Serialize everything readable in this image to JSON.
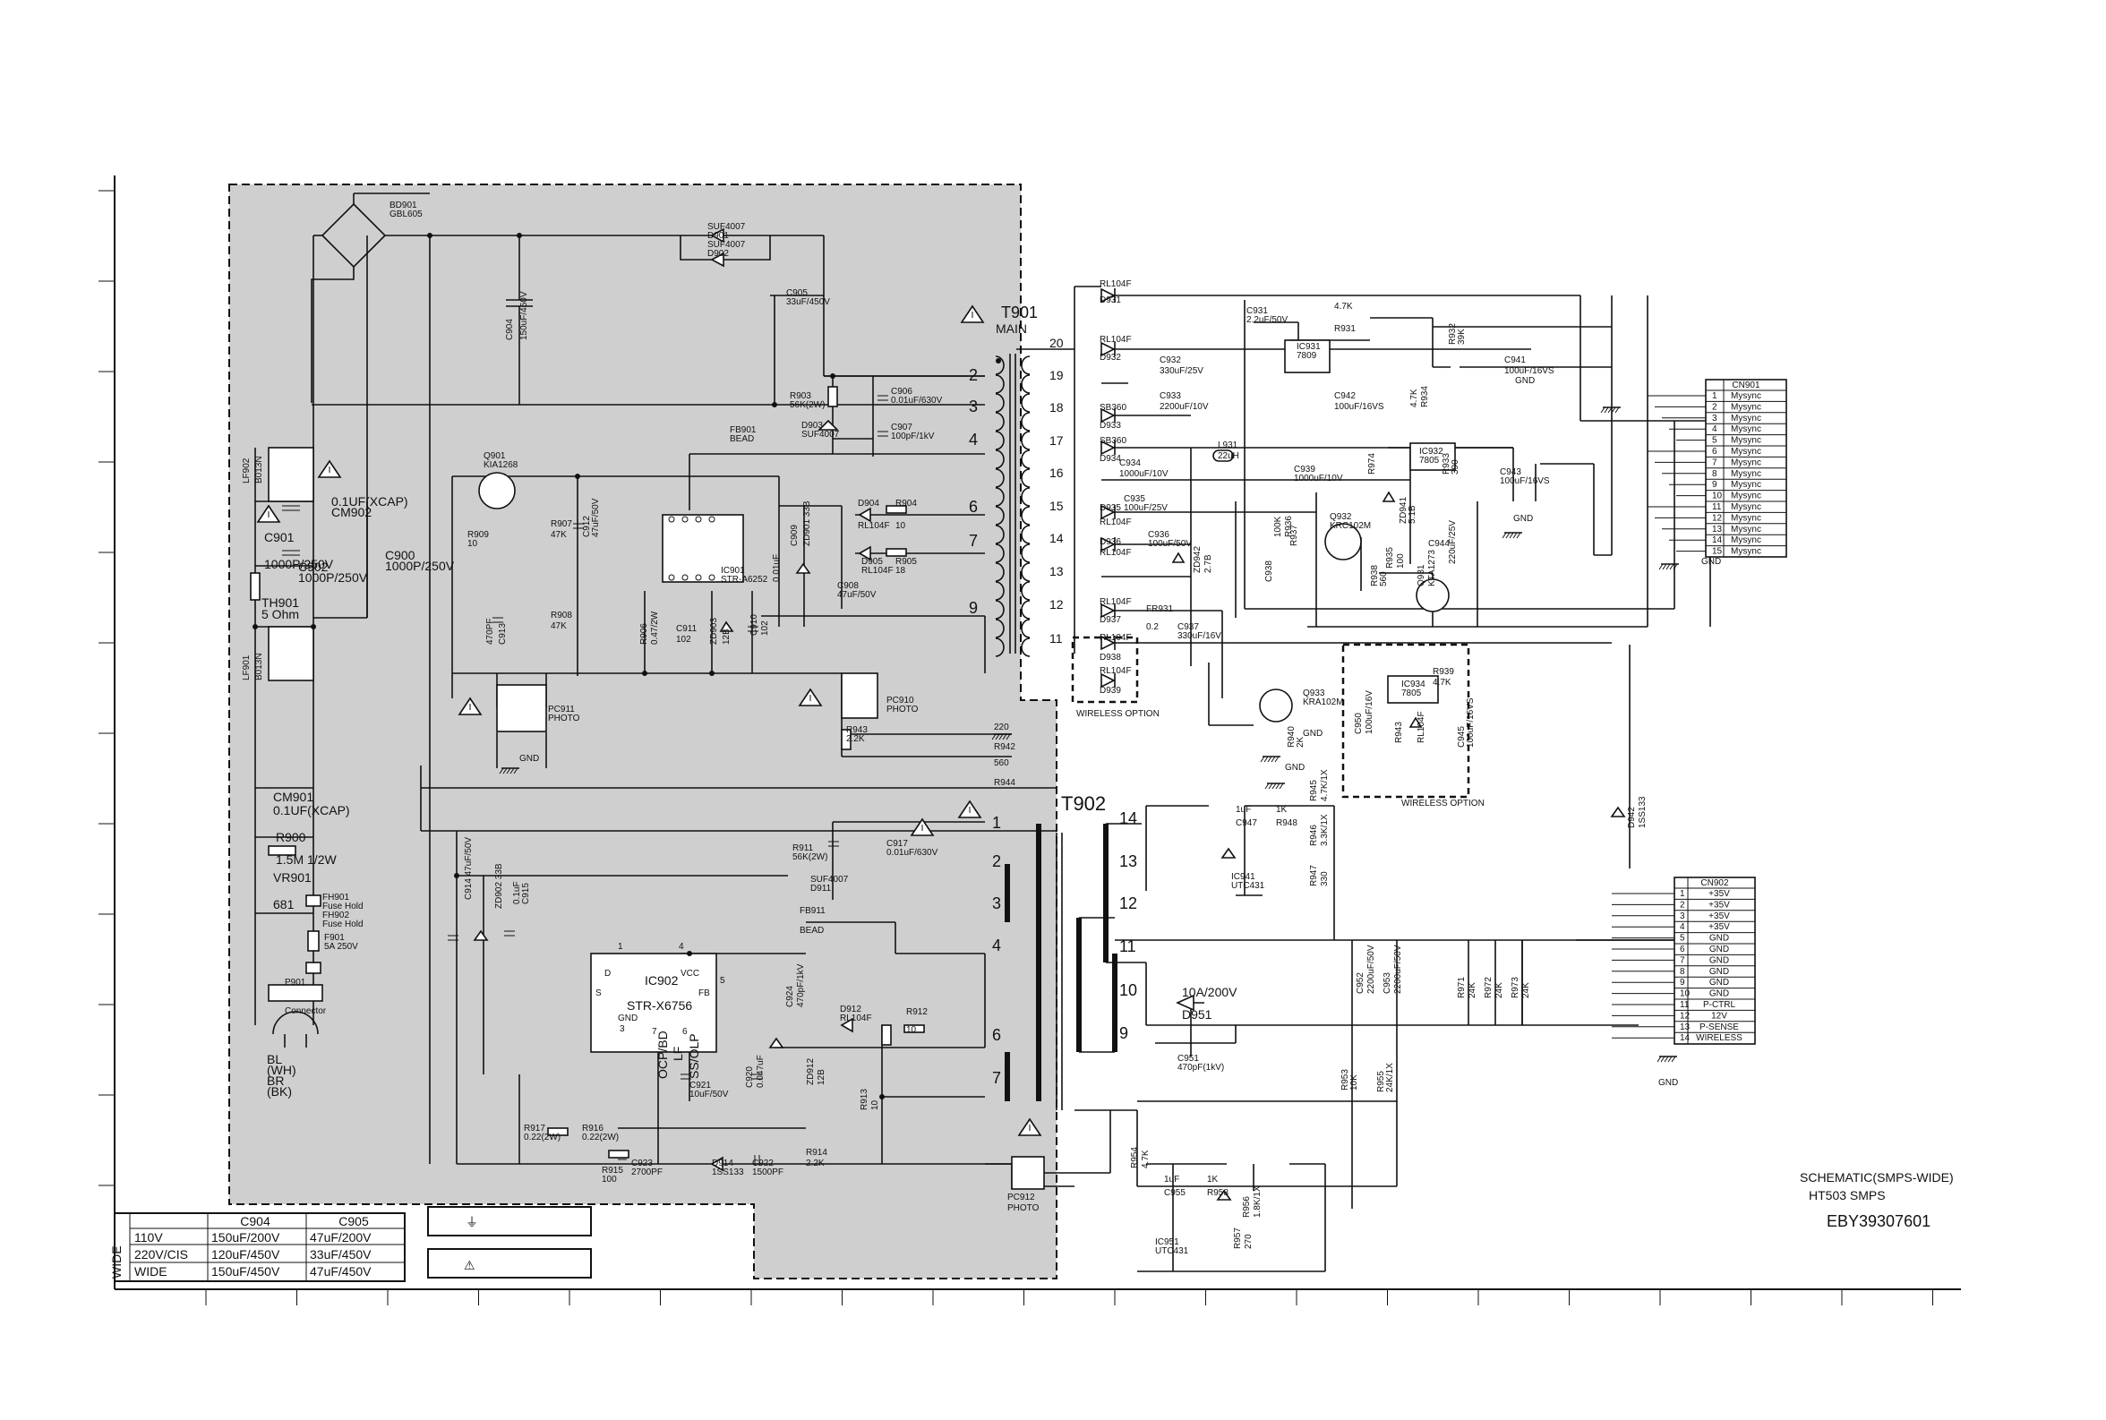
{
  "title_block": {
    "line1": "SCHEMATIC(SMPS-WIDE)",
    "line2": "HT503 SMPS",
    "line3": "EBY39307601"
  },
  "variant_table": {
    "side_label": "WIDE",
    "header": [
      "",
      "C904",
      "C905"
    ],
    "rows": [
      [
        "110V",
        "150uF/200V",
        "47uF/200V"
      ],
      [
        "220V/CIS",
        "120uF/450V",
        "33uF/450V"
      ],
      [
        "WIDE",
        "150uF/450V",
        "47uF/450V"
      ]
    ]
  },
  "legend": {
    "ground_symbol": "⏚",
    "warning_symbol": "⚠"
  },
  "primary": {
    "bd901": [
      "BD901",
      "GBL605"
    ],
    "d901": [
      "SUF4007",
      "D901",
      "SUF4007",
      "D902"
    ],
    "c905": [
      "C905",
      "33uF/450V"
    ],
    "c904": [
      "C904",
      "150uF/450V"
    ],
    "lf902": [
      "LF902",
      "B013N"
    ],
    "cm902": [
      "0.1UF(XCAP)",
      "CM902"
    ],
    "c901": [
      "C901",
      "1000P/250V"
    ],
    "c902": [
      "C902",
      "1000P/250V"
    ],
    "c900": [
      "C900",
      "1000P/250V"
    ],
    "th901": [
      "TH901",
      "5 Ohm"
    ],
    "lf901": [
      "LF901",
      "B013N"
    ],
    "cm901": [
      "CM901",
      "0.1UF(XCAP)"
    ],
    "r900": [
      "R900",
      "1.5M 1/2W"
    ],
    "vr901": [
      "VR901",
      "681"
    ],
    "f901": [
      "F901",
      "5A 250V"
    ],
    "fh": [
      "FH901",
      "Fuse Hold",
      "FH902",
      "Fuse Hold"
    ],
    "p901": [
      "P901",
      "Connector"
    ],
    "plug": [
      "BL",
      "(WH)",
      "BR",
      "(BK)"
    ],
    "q901": [
      "Q901",
      "KIA1268"
    ],
    "r909": [
      "R909",
      "10"
    ],
    "c913": [
      "470PF",
      "C913"
    ],
    "r907": [
      "R907",
      "47K"
    ],
    "r908": [
      "R908",
      "47K"
    ],
    "c912": [
      "C912",
      "47uF/50V"
    ],
    "r906": [
      "R906",
      "0.47/2W"
    ],
    "c911": [
      "C911",
      "102"
    ],
    "zd903": [
      "ZD903",
      "12B"
    ],
    "c910": [
      "C910",
      "102"
    ],
    "ic901": [
      "IC901",
      "STR-A6252"
    ],
    "c0": [
      "0.01uF"
    ],
    "zd901": [
      "C909",
      "ZD901 33B"
    ],
    "pc911": [
      "PC911",
      "PHOTO"
    ],
    "gnd": "GND",
    "fb901": [
      "FB901",
      "BEAD"
    ],
    "r903": [
      "R903",
      "56K(2W)"
    ],
    "d903": [
      "D903",
      "SUF4007"
    ],
    "c906": [
      "C906",
      "0.01uF/630V"
    ],
    "c907": [
      "C907",
      "100pF/1kV"
    ],
    "d904": [
      "D904",
      "RL104F"
    ],
    "r904": [
      "R904",
      "10"
    ],
    "d905": [
      "D905",
      "RL104F"
    ],
    "r905": [
      "R905",
      "18"
    ],
    "c908": [
      "C908",
      "47uF/50V"
    ],
    "pc910": [
      "PC910",
      "PHOTO"
    ],
    "r943": [
      "R943",
      "2.2K"
    ],
    "r942": [
      "220",
      "R942"
    ],
    "r944": [
      "560",
      "R944"
    ],
    "r911": [
      "R911",
      "56K(2W)"
    ],
    "c917": [
      "C917",
      "0.01uF/630V"
    ],
    "fb911": [
      "FB911",
      "BEAD"
    ],
    "suf": [
      "SUF4007",
      "D911"
    ],
    "c914": [
      "C914 47uF/50V"
    ],
    "zd902": [
      "ZD902 33B"
    ],
    "c915": [
      "0.1uF",
      "C915"
    ],
    "ic902": [
      "IC902",
      "STR-X6756",
      "VCC",
      "FB",
      "GND",
      "D",
      "S"
    ],
    "ic902_pins": [
      "1",
      "4",
      "5",
      "3",
      "7",
      "6"
    ],
    "ic902_vert": [
      "OCP/BD",
      "LF",
      "SS/OLP"
    ],
    "c924": [
      "C924",
      "470pF/1kV"
    ],
    "zd912": [
      "ZD912",
      "12B"
    ],
    "d912": [
      "D912",
      "RL104F"
    ],
    "r912": [
      "R912",
      "10"
    ],
    "c920": [
      "C920",
      "0.047uF"
    ],
    "c921": [
      "C921",
      "10uF/50V"
    ],
    "r913": [
      "R913",
      "10"
    ],
    "r917": [
      "R917",
      "0.22(2W)"
    ],
    "r916": [
      "R916",
      "0.22(2W)"
    ],
    "r915": [
      "R915",
      "100"
    ],
    "c923": [
      "C923",
      "2700PF"
    ],
    "d914": [
      "D914",
      "1SS133"
    ],
    "c922": [
      "C922",
      "1500PF"
    ],
    "r914": [
      "R914",
      "2.2K"
    ],
    "pc912": [
      "PC912",
      "PHOTO"
    ]
  },
  "t901": {
    "label": [
      "T901",
      "MAIN"
    ],
    "primary_pins": [
      "2",
      "3",
      "4",
      "6",
      "7",
      "9"
    ],
    "secondary_pins": [
      "20",
      "19",
      "18",
      "17",
      "16",
      "15",
      "14",
      "13",
      "12",
      "11"
    ]
  },
  "t902": {
    "label": "T902",
    "primary_pins": [
      "1",
      "2",
      "3",
      "4",
      "6",
      "7"
    ],
    "secondary_pins": [
      "14",
      "13",
      "12",
      "11",
      "10",
      "9"
    ]
  },
  "secondary": {
    "d931": [
      "RL104F",
      "D931"
    ],
    "d932": [
      "RL104F",
      "D932"
    ],
    "d933": [
      "SB360",
      "D933"
    ],
    "d934": [
      "SB360",
      "D934"
    ],
    "d935": [
      "D935",
      "RL104F"
    ],
    "d936": [
      "D936",
      "RL104F"
    ],
    "d937": [
      "RL104F",
      "D937"
    ],
    "d938": [
      "RL104F",
      "D938"
    ],
    "d939": [
      "RL104F",
      "D939"
    ],
    "c931": [
      "C931",
      "2.2uF/50V"
    ],
    "r931": [
      "4.7K",
      "R931"
    ],
    "ic931": [
      "IC931",
      "7809"
    ],
    "r932": [
      "R932",
      "39K"
    ],
    "c941": [
      "C941",
      "100uF/16VS"
    ],
    "c932": [
      "C932",
      "330uF/25V"
    ],
    "c933": [
      "C933",
      "2200uF/10V"
    ],
    "c942": [
      "C942",
      "100uF/16VS"
    ],
    "r934": [
      "4.7K",
      "R934"
    ],
    "c934": [
      "C934",
      "1000uF/10V"
    ],
    "l931": [
      "L931",
      "22uH"
    ],
    "c939": [
      "C939",
      "1000uF/10V"
    ],
    "r974": [
      "R974"
    ],
    "ic932": [
      "IC932",
      "7805"
    ],
    "r933": [
      "R933",
      "390"
    ],
    "c943": [
      "C943",
      "100uF/16VS"
    ],
    "c935": [
      "C935",
      "100uF/25V"
    ],
    "c936": [
      "C936",
      "100uF/50V"
    ],
    "r936": [
      "100K",
      "R936"
    ],
    "r937": [
      "R937"
    ],
    "q932": [
      "Q932",
      "KRC102M"
    ],
    "zd941": [
      "ZD941",
      "5.1B"
    ],
    "c944": [
      "C944"
    ],
    "c944b": [
      "220uF/25V"
    ],
    "r935": [
      "R935",
      "100"
    ],
    "r938": [
      "R938",
      "560"
    ],
    "q931": [
      "Q931",
      "KTA1273"
    ],
    "zd942": [
      "ZD942",
      "2.7B"
    ],
    "c938": [
      "C938"
    ],
    "fr931": [
      "FR931",
      "0.2"
    ],
    "c937": [
      "C937",
      "330uF/16V"
    ],
    "wireless1": "WIRELESS OPTION",
    "wireless2": "WIRELESS OPTION",
    "q933": [
      "Q933",
      "KRA102M"
    ],
    "r940": [
      "R940",
      "2K"
    ],
    "r939": [
      "R939",
      "4.7K"
    ],
    "ic934": [
      "IC934",
      "7805"
    ],
    "c950": [
      "C950",
      "100uF/16V"
    ],
    "r943b": [
      "R943"
    ],
    "rl104": [
      "RL104F"
    ],
    "c945": [
      "C945",
      "100uF/16VS"
    ],
    "c947": [
      "1uF",
      "C947"
    ],
    "r948": [
      "1K",
      "R948"
    ],
    "r945": [
      "R945",
      "4.7K/1X"
    ],
    "r946": [
      "R946",
      "3.3K/1X"
    ],
    "r947": [
      "R947",
      "330"
    ],
    "ic941": [
      "IC941",
      "UTC431"
    ],
    "d942": [
      "D942",
      "1SS133"
    ],
    "c952": [
      "C952",
      "2200uF/50V"
    ],
    "c953": [
      "C953",
      "2200uF/50V"
    ],
    "r971": [
      "R971",
      "24K"
    ],
    "r972": [
      "R972",
      "24K"
    ],
    "r973": [
      "R973",
      "24K"
    ],
    "d951": [
      "10A/200V",
      "D951"
    ],
    "c951": [
      "C951",
      "470pF(1kV)"
    ],
    "r953": [
      "R953",
      "10K"
    ],
    "r955": [
      "R955",
      "24K/1X"
    ],
    "r954": [
      "R954",
      "4.7K"
    ],
    "c955": [
      "1uF",
      "C955"
    ],
    "r958": [
      "1K",
      "R958"
    ],
    "r956": [
      "R956",
      "1.8K/1X"
    ],
    "r957": [
      "R957",
      "270"
    ],
    "ic951": [
      "IC951",
      "UTC431"
    ],
    "gnd": "GND"
  },
  "cn901": {
    "title": "CN901",
    "pins": [
      "1",
      "2",
      "3",
      "4",
      "5",
      "6",
      "7",
      "8",
      "9",
      "10",
      "11",
      "12",
      "13",
      "14",
      "15"
    ],
    "names": [
      "Mysync",
      "Mysync",
      "Mysync",
      "Mysync",
      "Mysync",
      "Mysync",
      "Mysync",
      "Mysync",
      "Mysync",
      "Mysync",
      "Mysync",
      "Mysync",
      "Mysync",
      "Mysync",
      "Mysync"
    ]
  },
  "cn902": {
    "title": "CN902",
    "pins": [
      "1",
      "2",
      "3",
      "4",
      "5",
      "6",
      "7",
      "8",
      "9",
      "10",
      "11",
      "12",
      "13",
      "14"
    ],
    "names": [
      "+35V",
      "+35V",
      "+35V",
      "+35V",
      "GND",
      "GND",
      "GND",
      "GND",
      "GND",
      "GND",
      "P-CTRL",
      "12V",
      "P-SENSE",
      "WIRELESS"
    ]
  }
}
